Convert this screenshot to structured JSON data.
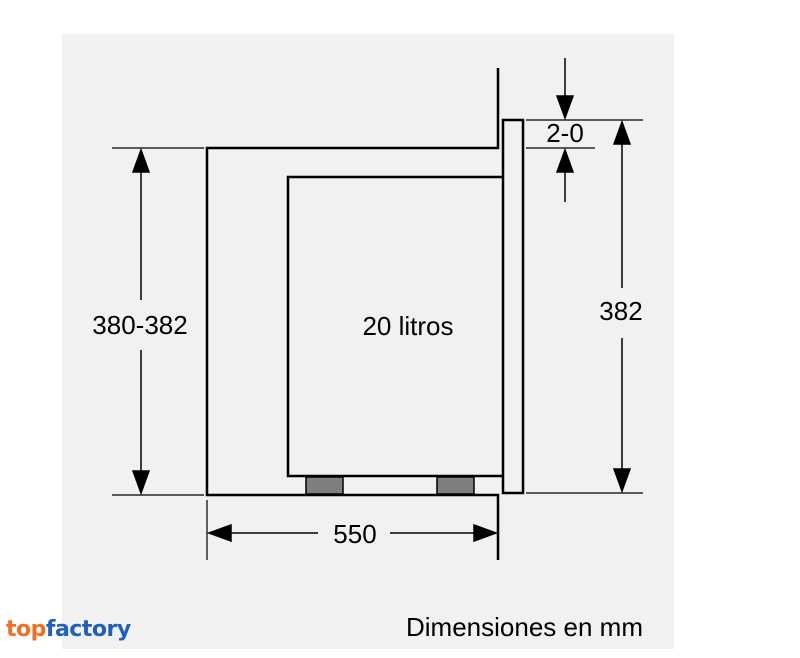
{
  "diagram": {
    "capacity_label": "20 litros",
    "height_range_label": "380-382",
    "width_label": "550",
    "panel_height_label": "382",
    "gap_label": "2-0"
  },
  "footer": {
    "caption": "Dimensiones en mm",
    "logo_part1": "top",
    "logo_part2": "factory"
  },
  "colors": {
    "panel_background": "#f1f1f1",
    "line": "#000000",
    "feet": "#7f7f7f",
    "logo_orange": "#f26f21",
    "logo_blue": "#1f5fbf"
  }
}
